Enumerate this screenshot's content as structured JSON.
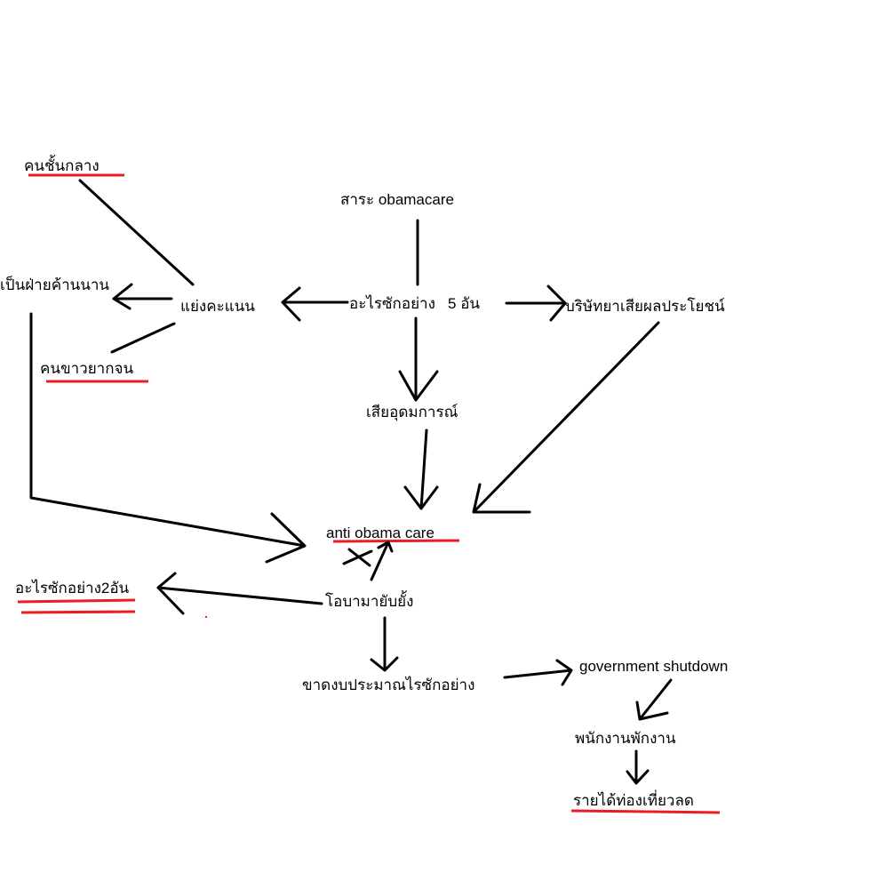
{
  "colors": {
    "ink": "#000000",
    "underline": "#ed1c24",
    "background": "#ffffff"
  },
  "nodes": {
    "middle_class": "คนชั้นกลาง",
    "topic": "สาระ obamacare",
    "long_opposition": "เป็นฝ่ายค้านนาน",
    "compete_votes": "แย่งคะแนน",
    "five_things": "อะไรซักอย่าง   5 อัน",
    "pharma_loses": "บริษัทยาเสียผลประโยชน์",
    "poor_whites": "คนขาวยากจน",
    "lose_ideology": "เสียอุดมการณ์",
    "anti_obamacare": "anti obama care",
    "two_things": "อะไรซักอย่าง2อัน",
    "obama_veto": "โอบามายับยั้ง",
    "budget_lack": "ขาดงบประมาณไรซักอย่าง",
    "shutdown": "government shutdown",
    "staff_furlough": "พนักงานพักงาน",
    "tourism_drop": "รายได้ท่องเที่ยวลด"
  }
}
